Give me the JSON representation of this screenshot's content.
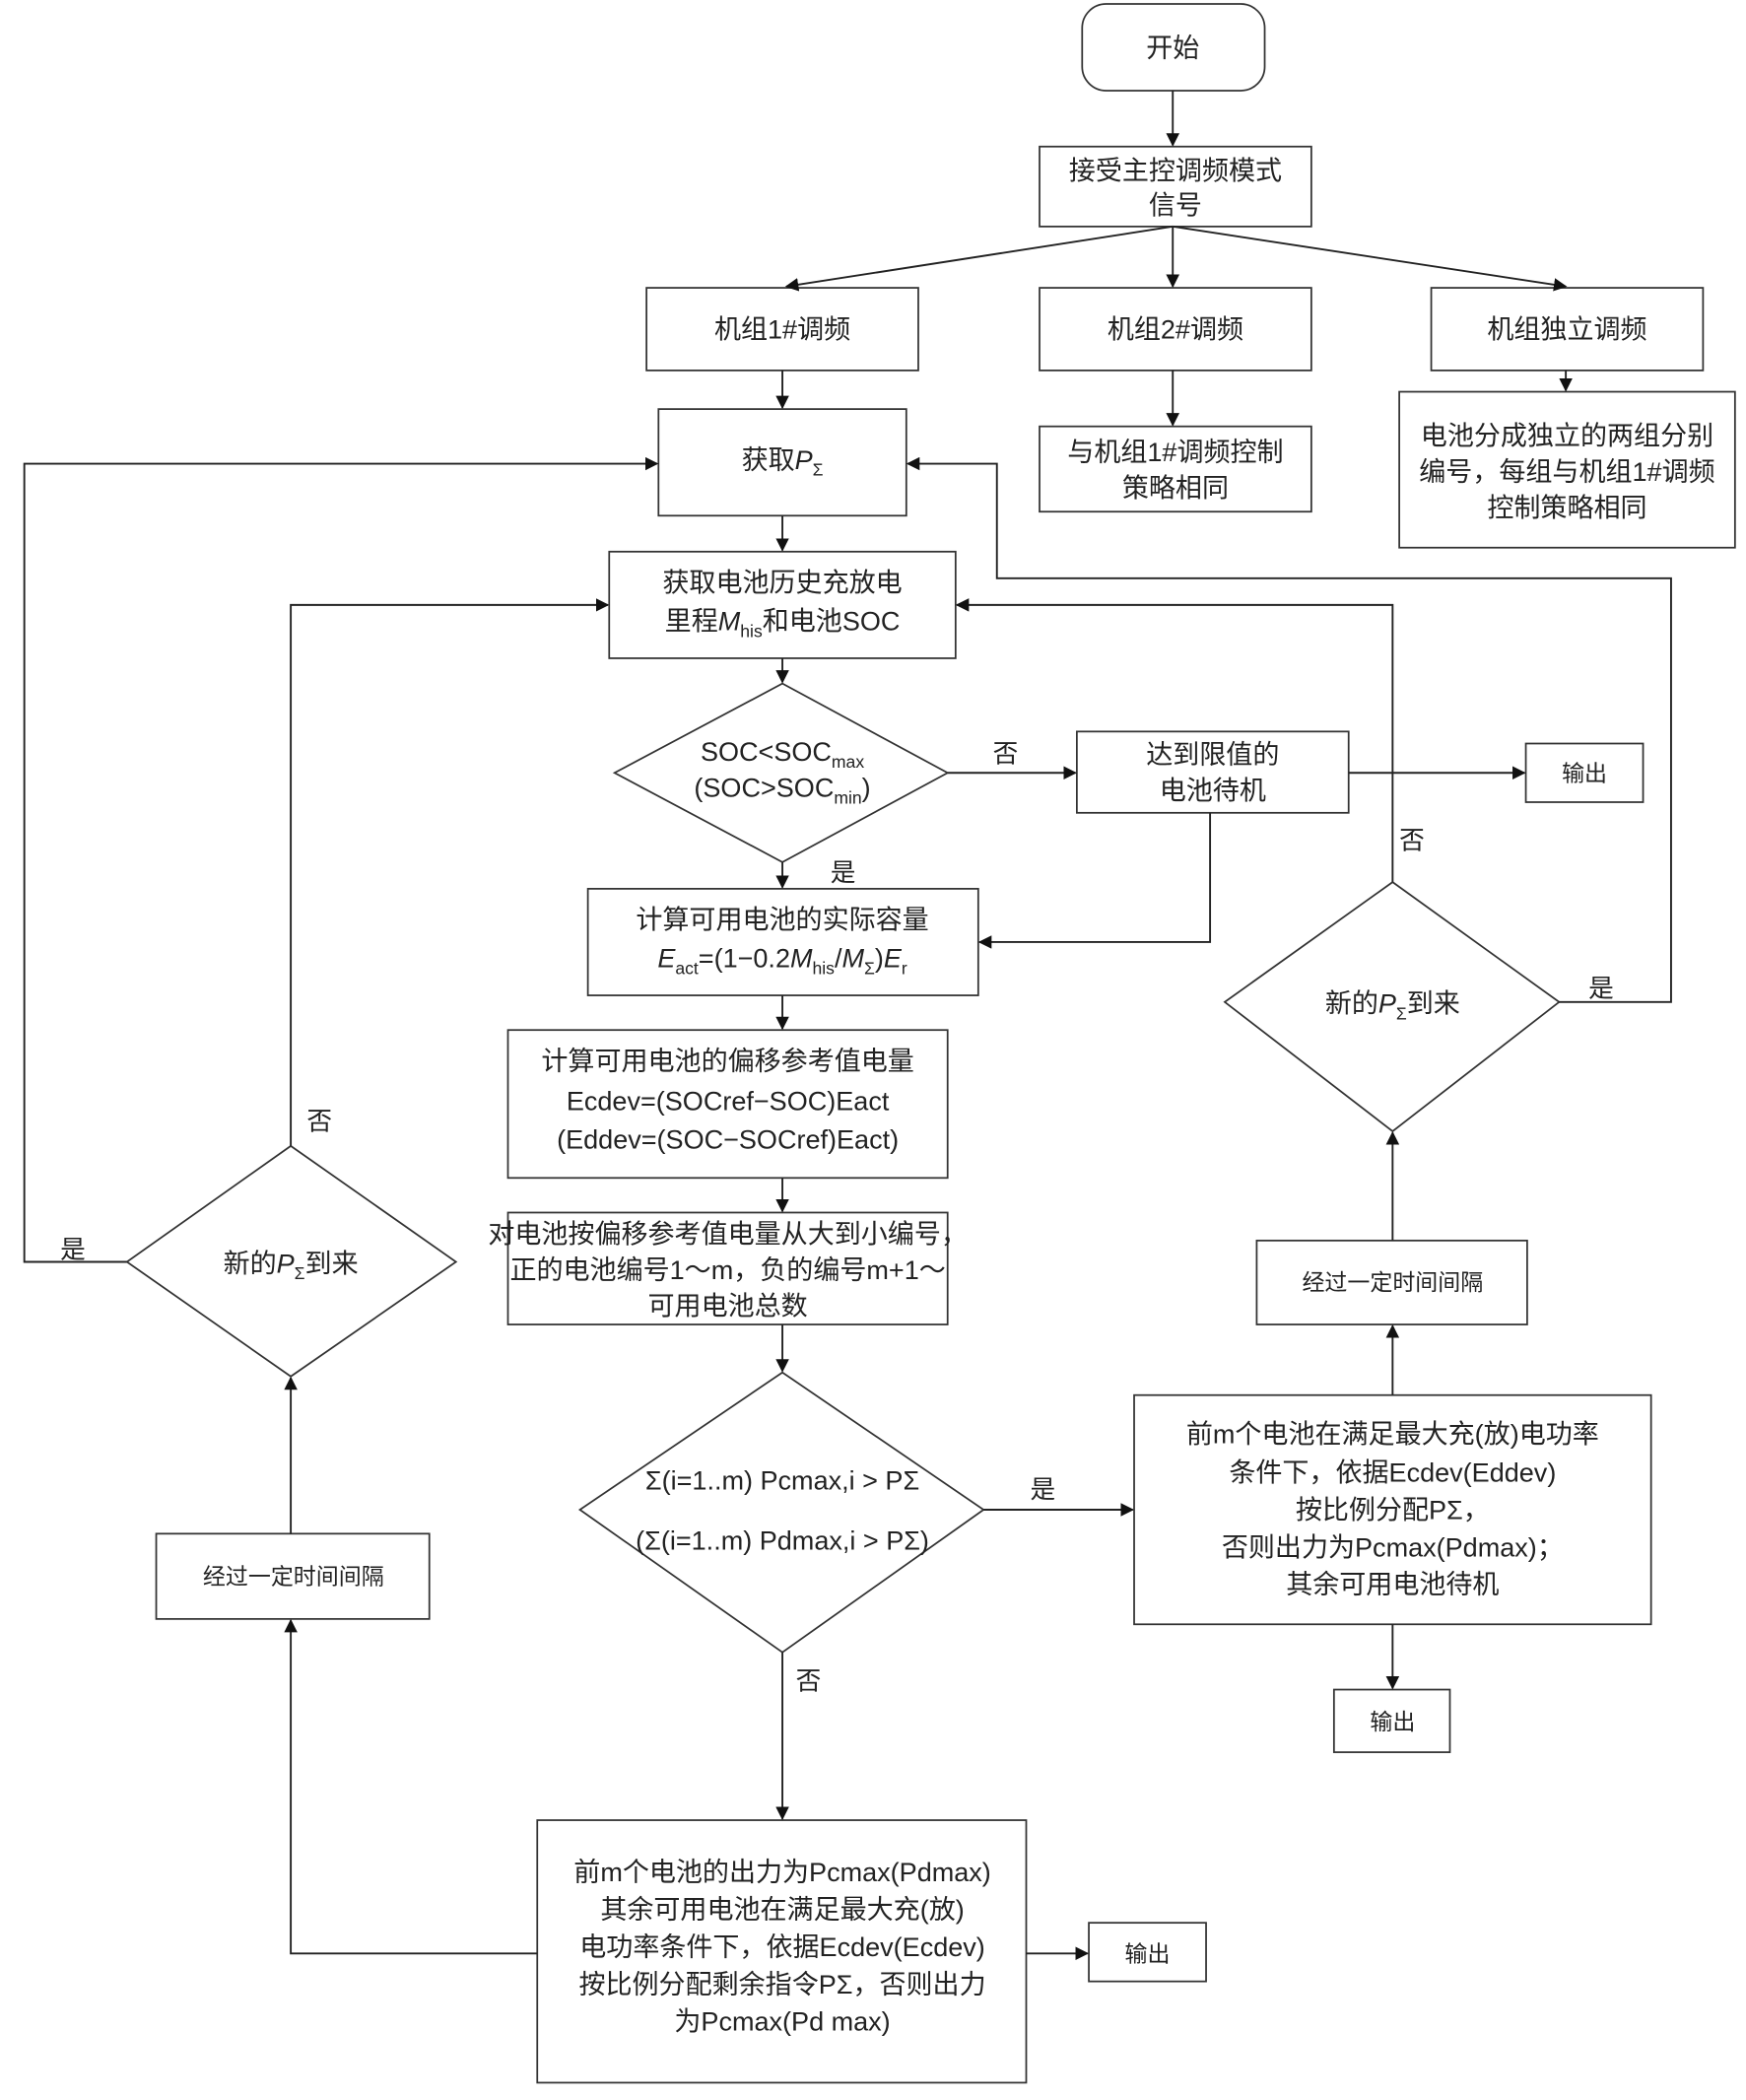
{
  "flowchart": {
    "start": "开始",
    "receive_signal": [
      "接受主控调频模式",
      "信号"
    ],
    "unit1": "机组1#调频",
    "unit2": "机组2#调频",
    "independent": "机组独立调频",
    "unit2_note": [
      "与机组1#调频控制",
      "策略相同"
    ],
    "independent_note": [
      "电池分成独立的两组分别",
      "编号，每组与机组1#调频",
      "控制策略相同"
    ],
    "get_p_prefix": "获取",
    "P": "P",
    "sigma": "Σ",
    "get_history": {
      "line1": "获取电池历史充放电",
      "line2_pre": "里程",
      "M": "M",
      "his": "his",
      "line2_post": "和电池SOC"
    },
    "soc_decision": {
      "line1": "SOC<SOC",
      "max": "max",
      "line2": "(SOC>SOC",
      "min": "min",
      "close": ")"
    },
    "limit_standby": [
      "达到限值的",
      "电池待机"
    ],
    "output": "输出",
    "yes": "是",
    "no": "否",
    "capacity": {
      "line1": "计算可用电池的实际容量",
      "E": "E",
      "act": "act",
      "eq": "=(1−0.2",
      "M": "M",
      "his": "his",
      "slash": "/",
      "M2": "M",
      "sigma": "Σ",
      "close": ")",
      "E2": "E",
      "r": "r"
    },
    "offset": {
      "line1": "计算可用电池的偏移参考值电量",
      "line2": "Ecdev=(SOCref−SOC)Eact",
      "line3": "(Eddev=(SOC−SOCref)Eact)"
    },
    "numbering": [
      "对电池按偏移参考值电量从大到小编号，",
      "正的电池编号1～m，负的编号m+1～",
      "可用电池总数"
    ],
    "sum_decision": [
      "Σ(i=1..m) Pcmax,i > PΣ",
      "(Σ(i=1..m) Pdmax,i > PΣ)"
    ],
    "new_p_arrival": "新的PΣ到来",
    "new_p_pre": "新的",
    "new_p_post": "到来",
    "time_interval": "经过一定时间间隔",
    "right_alloc": [
      "前m个电池在满足最大充(放)电功率",
      "条件下，依据Ecdev(Eddev)",
      "按比例分配PΣ，",
      "否则出力为Pcmax(Pdmax)；",
      "其余可用电池待机"
    ],
    "bottom_alloc": [
      "前m个电池的出力为Pcmax(Pdmax)",
      "其余可用电池在满足最大充(放)",
      "电功率条件下，依据Ecdev(Ecdev)",
      "按比例分配剩余指令PΣ，否则出力",
      "为Pcmax(Pd max)"
    ]
  }
}
